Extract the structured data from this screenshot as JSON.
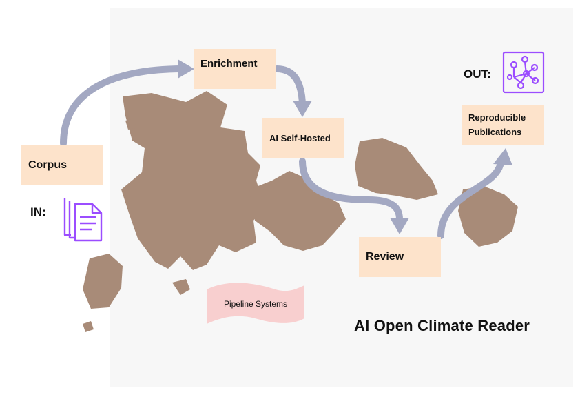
{
  "title": "AI Open Climate Reader",
  "in_label": "IN:",
  "out_label": "OUT:",
  "steps": {
    "corpus": "Corpus",
    "enrichment": "Enrichment",
    "self_hosted": "AI Self-Hosted",
    "review": "Review",
    "publications": "Reproducible Publications"
  },
  "banner": "Pipeline Systems",
  "icons": {
    "input": "documents-icon",
    "output": "network-graph-icon"
  },
  "colors": {
    "box_fill": "#fde3cb",
    "arrow": "#a3a8c2",
    "land": "#a88b78",
    "icon_purple": "#9b4dff",
    "banner": "#f8cfcf"
  }
}
